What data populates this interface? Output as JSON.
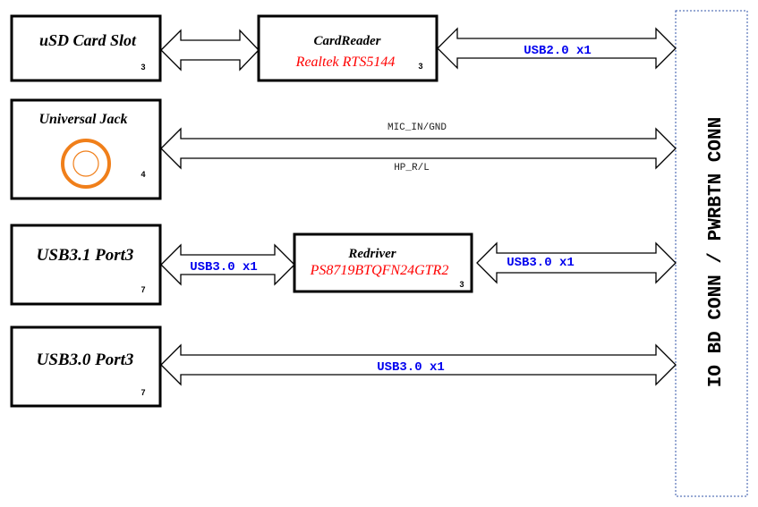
{
  "blocks": {
    "usd": {
      "title": "uSD Card Slot",
      "page": "3"
    },
    "cardreader": {
      "title": "CardReader",
      "part": "Realtek RTS5144",
      "page": "3"
    },
    "jack": {
      "title": "Universal Jack",
      "page": "4"
    },
    "usb31": {
      "title": "USB3.1 Port3",
      "page": "7"
    },
    "redriver": {
      "title": "Redriver",
      "part": "PS8719BTQFN24GTR2",
      "page": "3"
    },
    "usb30": {
      "title": "USB3.0 Port3",
      "page": "7"
    }
  },
  "buses": {
    "cardreader_to_conn": "USB2.0 x1",
    "jack_top": "MIC_IN/GND",
    "jack_bottom": "HP_R/L",
    "usb31_to_redriver": "USB3.0 x1",
    "redriver_to_conn": "USB3.0 x1",
    "usb30_to_conn": "USB3.0 x1"
  },
  "connector": {
    "label": "IO BD CONN / PWRBTN CONN"
  },
  "colors": {
    "part_text": "#ff0000",
    "bus_text": "#0000ee",
    "jack_ring": "#f07f1a"
  }
}
